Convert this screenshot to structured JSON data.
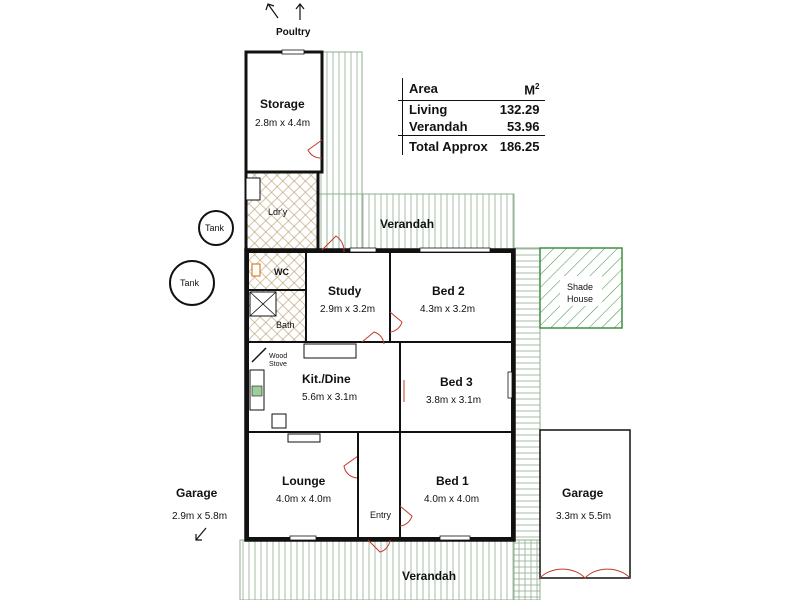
{
  "area_table": {
    "header_label": "Area",
    "header_unit": "M",
    "header_unit_sup": "2",
    "rows": [
      {
        "label": "Living",
        "value": "132.29"
      },
      {
        "label": "Verandah",
        "value": "53.96"
      }
    ],
    "total_label": "Total Approx",
    "total_value": "186.25"
  },
  "labels": {
    "poultry": "Poultry",
    "storage": "Storage",
    "storage_dim": "2.8m x 4.4m",
    "laundry": "Ldr'y",
    "tank_small": "Tank",
    "tank_large": "Tank",
    "verandah_top": "Verandah",
    "verandah_bottom": "Verandah",
    "wc": "WC",
    "bath": "Bath",
    "study": "Study",
    "study_dim": "2.9m x 3.2m",
    "bed2": "Bed 2",
    "bed2_dim": "4.3m x 3.2m",
    "shade_house_1": "Shade",
    "shade_house_2": "House",
    "wood_stove_1": "Wood",
    "wood_stove_2": "Stove",
    "kitdine": "Kit./Dine",
    "kitdine_dim": "5.6m x 3.1m",
    "bed3": "Bed 3",
    "bed3_dim": "3.8m x 3.1m",
    "lounge": "Lounge",
    "lounge_dim": "4.0m x 4.0m",
    "entry": "Entry",
    "bed1": "Bed 1",
    "bed1_dim": "4.0m x 4.0m",
    "garage_left": "Garage",
    "garage_left_dim": "2.9m x 5.8m",
    "garage_right": "Garage",
    "garage_right_dim": "3.3m x 5.5m"
  },
  "colors": {
    "wall": "#111111",
    "verandah_hatch": "#8fae8f",
    "shade_hatch": "#3f8f3f",
    "fixture_orange": "#d9822b",
    "door": "#c0392b"
  }
}
